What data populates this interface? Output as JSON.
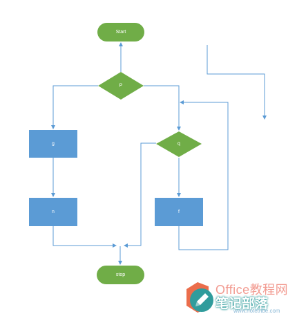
{
  "diagram": {
    "nodes": {
      "start": {
        "label": "Start",
        "color": "#70ad47"
      },
      "p": {
        "label": "P",
        "color": "#70ad47"
      },
      "g": {
        "label": "g",
        "color": "#5b9bd5"
      },
      "n": {
        "label": "n",
        "color": "#5b9bd5"
      },
      "q": {
        "label": "q",
        "color": "#70ad47"
      },
      "f": {
        "label": "f",
        "color": "#5b9bd5"
      },
      "stop": {
        "label": "stop",
        "color": "#70ad47"
      }
    },
    "connector_color": "#5b9bd5"
  },
  "watermark": {
    "title": "Office教程网",
    "subtitle": "笔记部落",
    "url": "www.notetribe.com",
    "logo_icon": "office-pencil-logo-icon",
    "colors": {
      "primary": "#0c8b8b",
      "accent": "#e8542c"
    }
  }
}
